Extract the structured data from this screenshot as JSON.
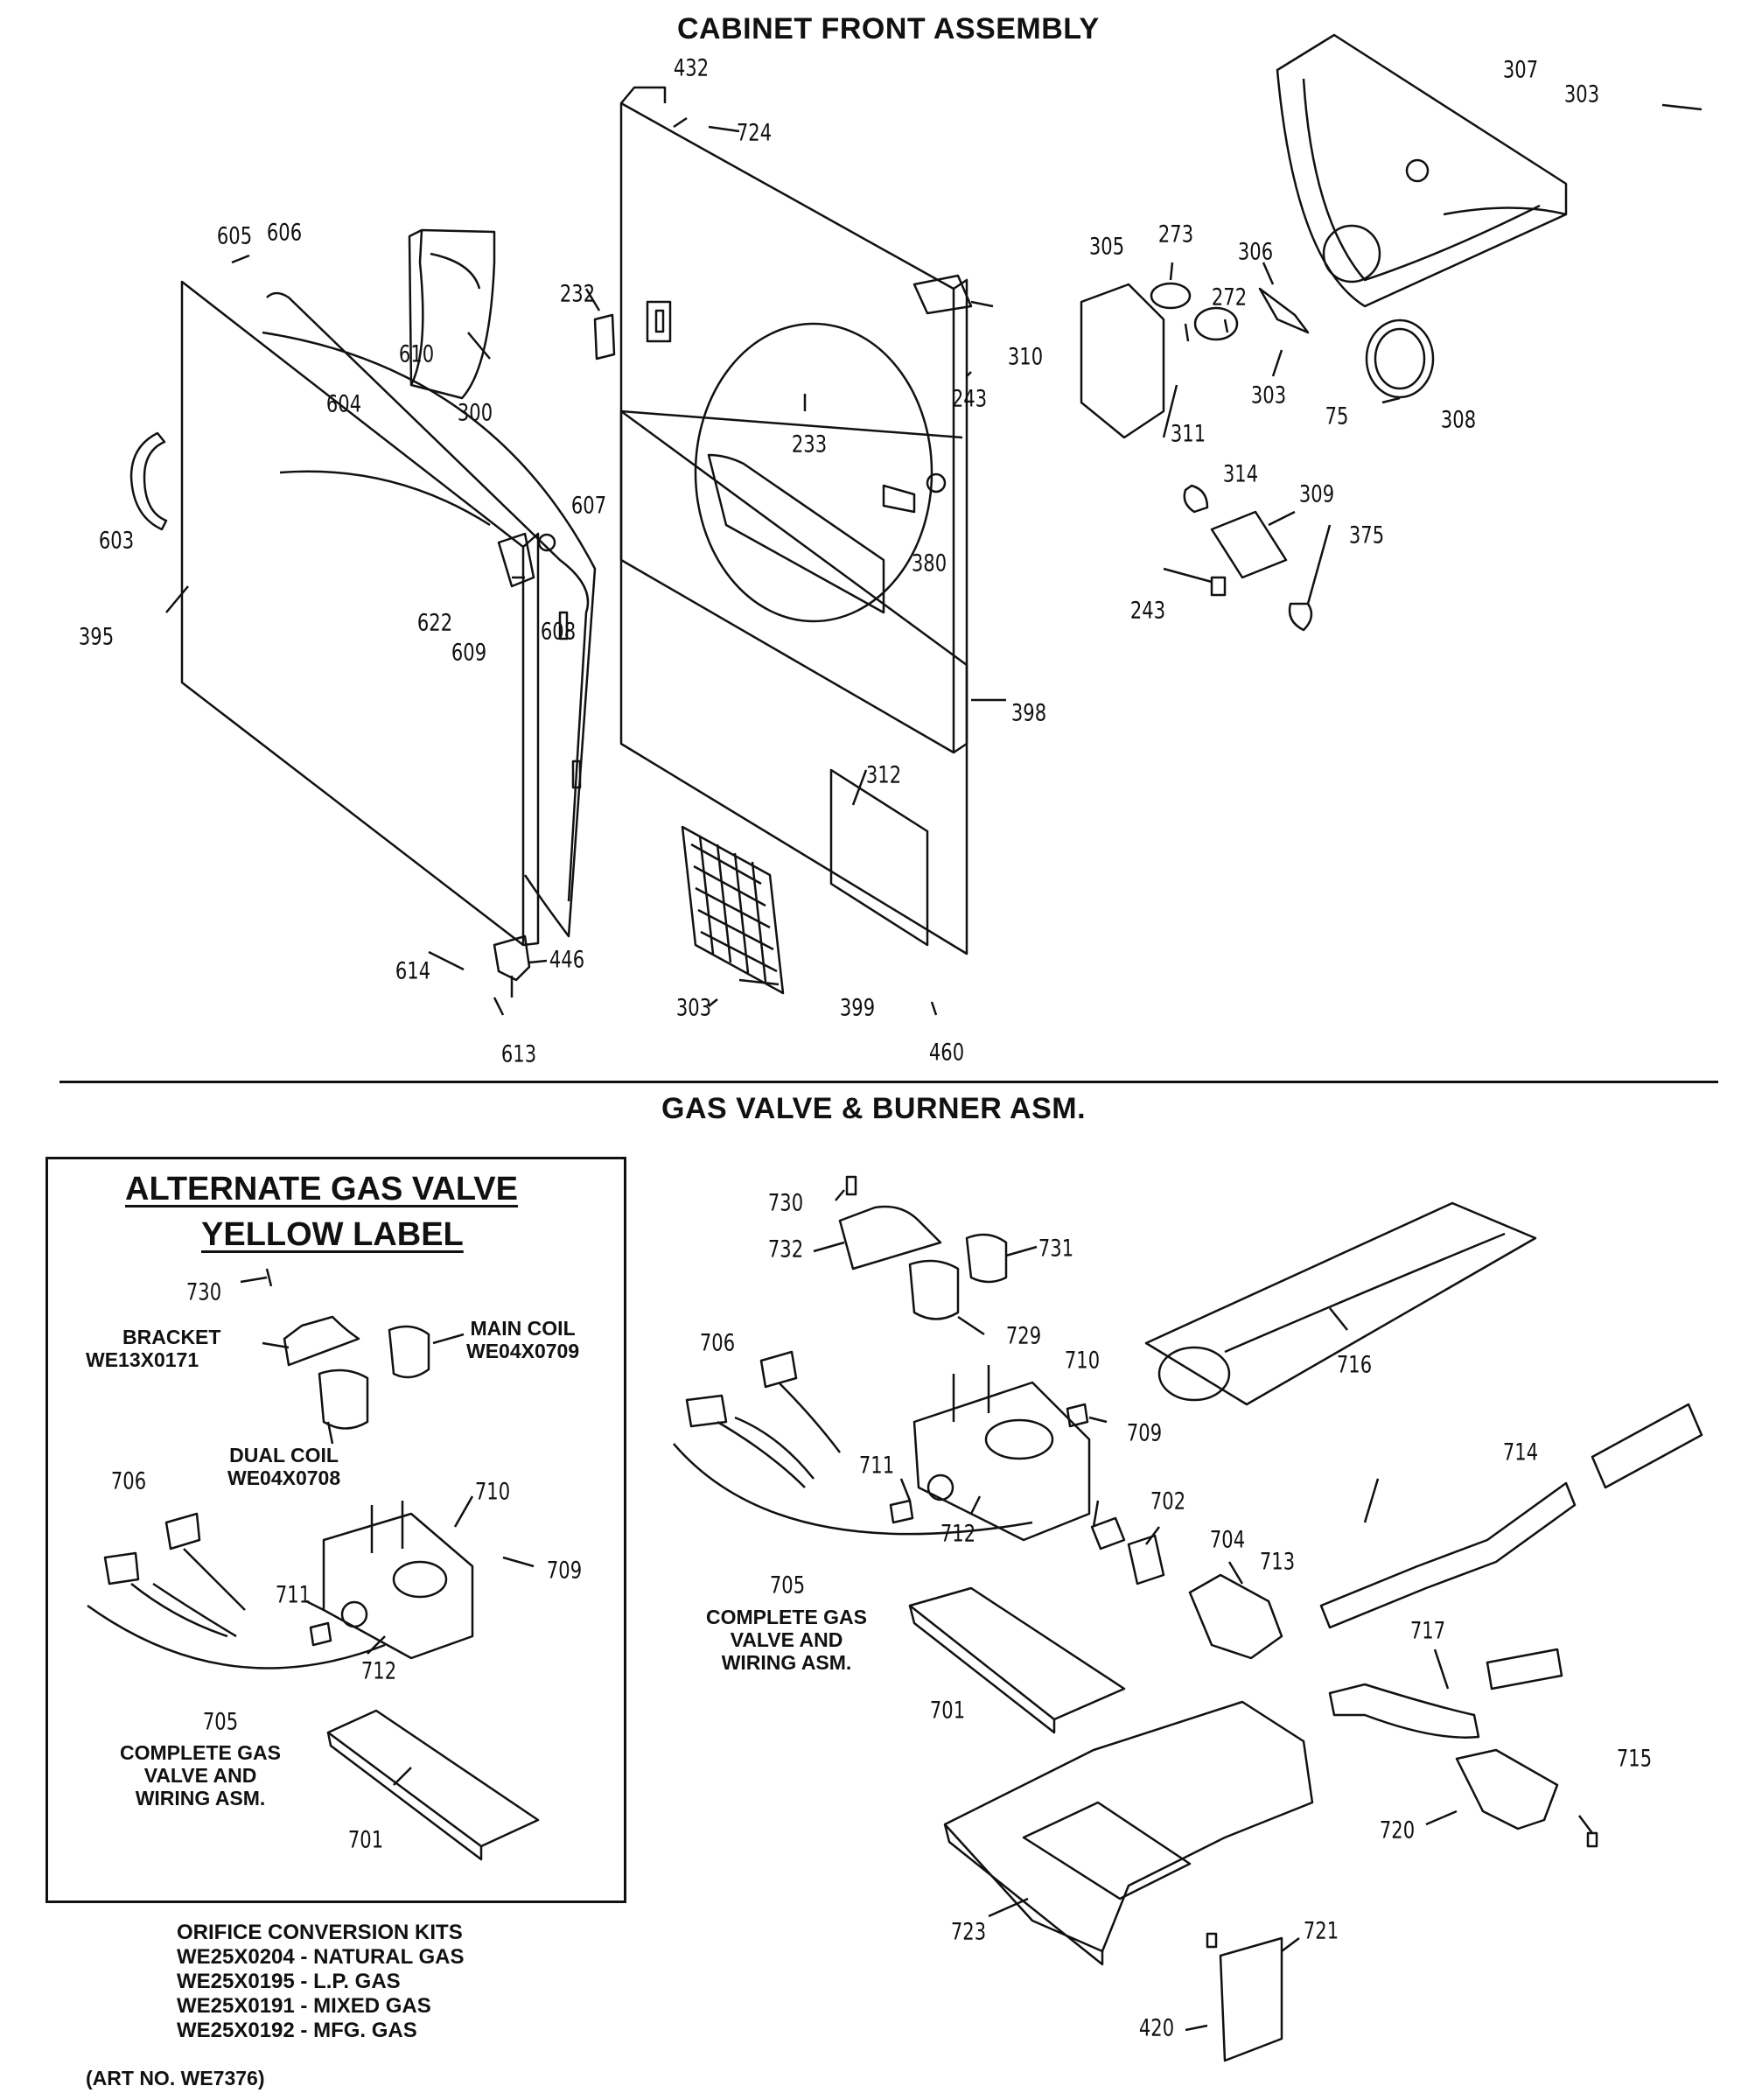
{
  "cabinet_section": {
    "title": "CABINET FRONT ASSEMBLY",
    "parts": [
      "432",
      "724",
      "307",
      "303",
      "605",
      "606",
      "232",
      "305",
      "273",
      "306",
      "272",
      "310",
      "300",
      "604",
      "610",
      "243",
      "233",
      "303",
      "75",
      "308",
      "311",
      "603",
      "607",
      "380",
      "314",
      "309",
      "375",
      "243",
      "395",
      "622",
      "608",
      "609",
      "398",
      "312",
      "614",
      "446",
      "303",
      "399",
      "613",
      "460"
    ]
  },
  "gas_section": {
    "title": "GAS VALVE & BURNER ASM.",
    "parts": [
      "730",
      "732",
      "731",
      "729",
      "716",
      "706",
      "710",
      "709",
      "714",
      "711",
      "702",
      "712",
      "704",
      "713",
      "705",
      "701",
      "717",
      "715",
      "720",
      "723",
      "721",
      "420"
    ],
    "notes": {
      "complete_line1": "COMPLETE GAS",
      "complete_line2": "VALVE AND",
      "complete_line3": "WIRING ASM."
    }
  },
  "alternate_panel": {
    "heading1": "ALTERNATE GAS VALVE",
    "heading2": "YELLOW LABEL",
    "bracket_label": "BRACKET",
    "bracket_part": "WE13X0171",
    "main_coil_label": "MAIN COIL",
    "main_coil_part": "WE04X0709",
    "dual_coil_label": "DUAL COIL",
    "dual_coil_part": "WE04X0708",
    "complete_line1": "COMPLETE GAS",
    "complete_line2": "VALVE AND",
    "complete_line3": "WIRING ASM.",
    "parts": [
      "730",
      "706",
      "710",
      "709",
      "711",
      "712",
      "705",
      "701"
    ]
  },
  "orifice_kits": {
    "heading": "ORIFICE CONVERSION KITS",
    "items": [
      "WE25X0204 - NATURAL GAS",
      "WE25X0195 - L.P. GAS",
      "WE25X0191 - MIXED GAS",
      "WE25X0192 - MFG. GAS"
    ]
  },
  "art_number": "(ART NO. WE7376)"
}
